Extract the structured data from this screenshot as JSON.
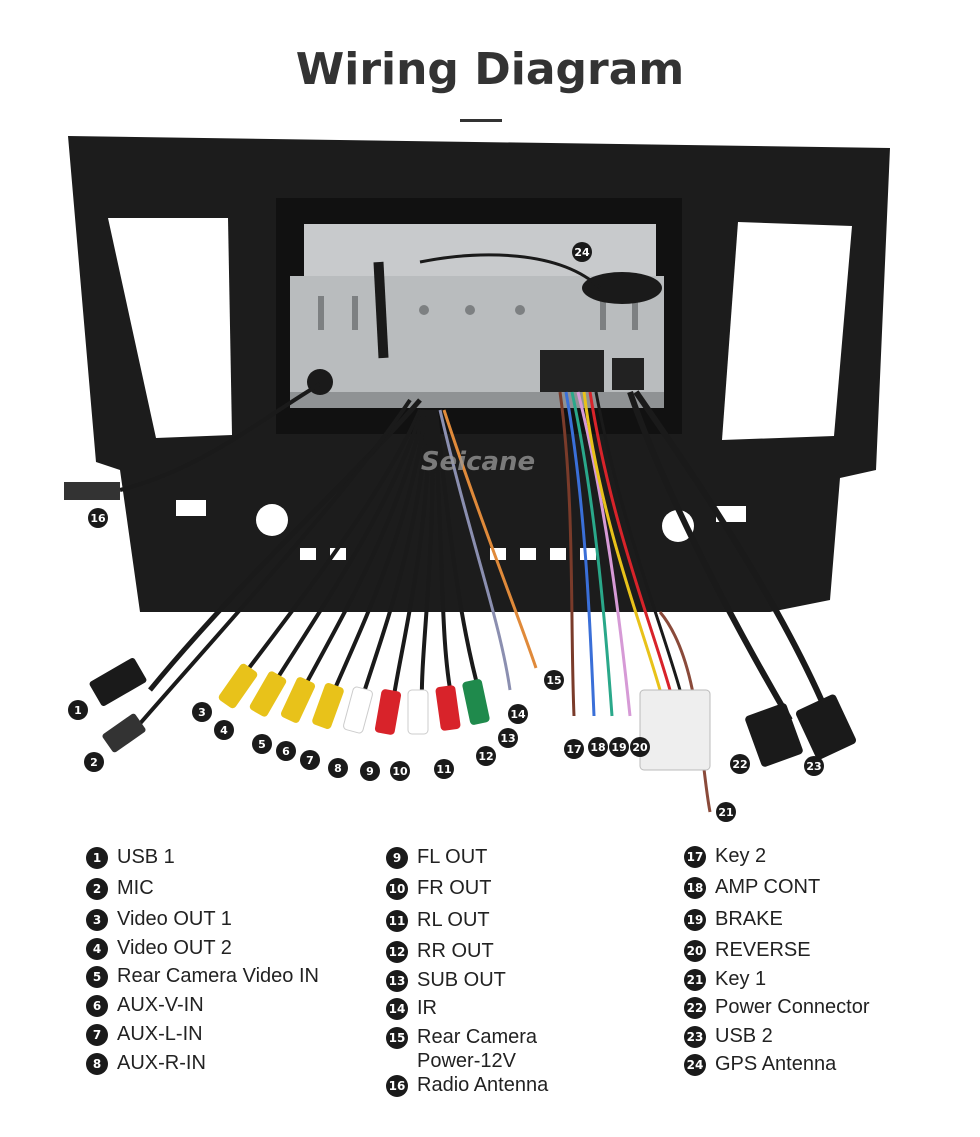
{
  "title": "Wiring Diagram",
  "watermark": "Seicane",
  "colors": {
    "title": "#333333",
    "badge": "#1a1a1a",
    "panel": "#1c1c1c",
    "metal": "#b9bcbe"
  },
  "legend": [
    {
      "num": "1",
      "label": "USB 1"
    },
    {
      "num": "2",
      "label": "MIC"
    },
    {
      "num": "3",
      "label": "Video OUT 1"
    },
    {
      "num": "4",
      "label": "Video OUT 2"
    },
    {
      "num": "5",
      "label": "Rear Camera Video IN"
    },
    {
      "num": "6",
      "label": "AUX-V-IN"
    },
    {
      "num": "7",
      "label": "AUX-L-IN"
    },
    {
      "num": "8",
      "label": "AUX-R-IN"
    },
    {
      "num": "9",
      "label": "FL OUT"
    },
    {
      "num": "10",
      "label": "FR OUT"
    },
    {
      "num": "11",
      "label": "RL OUT"
    },
    {
      "num": "12",
      "label": "RR OUT"
    },
    {
      "num": "13",
      "label": "SUB OUT"
    },
    {
      "num": "14",
      "label": "IR"
    },
    {
      "num": "15",
      "label": "Rear Camera",
      "label2": "Power-12V"
    },
    {
      "num": "16",
      "label": "Radio Antenna"
    },
    {
      "num": "17",
      "label": "Key 2"
    },
    {
      "num": "18",
      "label": "AMP CONT"
    },
    {
      "num": "19",
      "label": "BRAKE"
    },
    {
      "num": "20",
      "label": "REVERSE"
    },
    {
      "num": "21",
      "label": "Key 1"
    },
    {
      "num": "22",
      "label": "Power Connector"
    },
    {
      "num": "23",
      "label": "USB 2"
    },
    {
      "num": "24",
      "label": "GPS Antenna"
    }
  ]
}
